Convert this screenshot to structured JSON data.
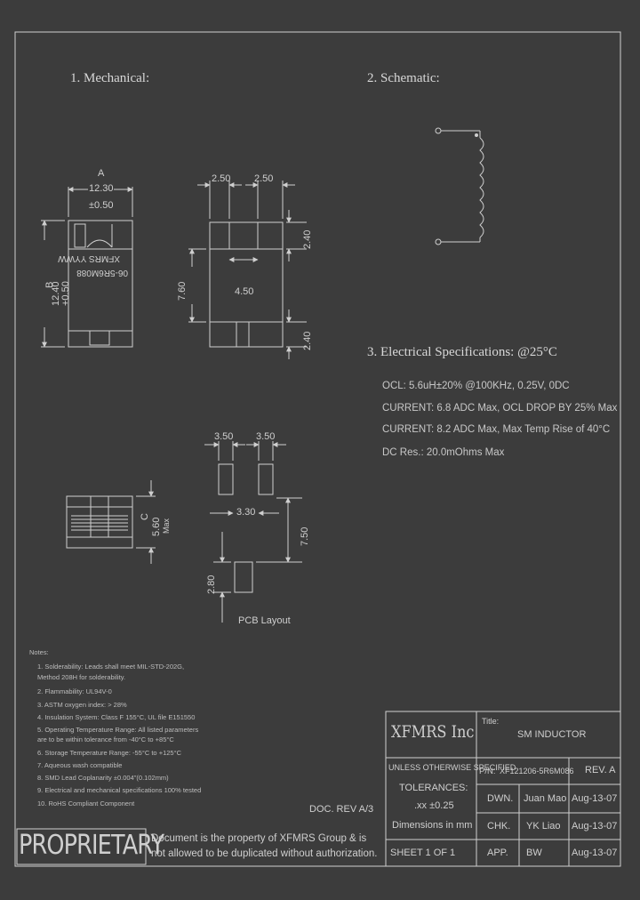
{
  "sections": {
    "mechanical": "1. Mechanical:",
    "schematic": "2. Schematic:",
    "electrical": "3. Electrical Specifications: @25°C"
  },
  "mechanical": {
    "dim_a_label": "A",
    "dim_a_value": "12.30",
    "dim_a_tol": "±0.50",
    "dim_b_label": "B",
    "dim_b_value": "12.40",
    "dim_b_tol": "+0.50",
    "part_marking_line1": "XFMRS YYWW",
    "part_marking_line2": "06-5R6M088",
    "dim_c_label": "C",
    "dim_c_value": "5.60",
    "dim_c_max": "Max",
    "pad_width_1": "2.50",
    "pad_width_2": "2.50",
    "pad_height_top": "2.40",
    "pad_height_bottom": "2.40",
    "inner_gap": "4.50",
    "overall_height": "7.60"
  },
  "pcb_layout": {
    "pad_width_1": "3.50",
    "pad_width_2": "3.50",
    "gap": "3.30",
    "overall": "7.50",
    "pad_height": "2.80",
    "caption": "PCB Layout"
  },
  "electrical_specs": [
    "OCL: 5.6uH±20% @100KHz, 0.25V, 0DC",
    "CURRENT: 6.8 ADC Max, OCL DROP BY 25% Max",
    "CURRENT: 8.2 ADC Max, Max Temp Rise of 40°C",
    "DC Res.: 20.0mOhms Max"
  ],
  "notes": {
    "title": "Notes:",
    "items": [
      "1. Solderability: Leads shall meet MIL-STD-202G,",
      "    Method 208H for solderability.",
      "2. Flammability: UL94V-0",
      "3. ASTM oxygen index: > 28%",
      "4. Insulation System: Class F 155°C, UL file E151550",
      "5. Operating Temperature Range: All listed parameters",
      "    are to be within tolerance from -40°C to +85°C",
      "6. Storage Temperature Range: -55°C to +125°C",
      "7. Aqueous wash compatible",
      "8. SMD Lead Coplanarity ±0.004\"(0.102mm)",
      "9. Electrical and mechanical specifications 100% tested",
      "10. RoHS Compliant Component"
    ]
  },
  "doc_rev": "DOC. REV A/3",
  "proprietary": {
    "stamp": "PROPRIETARY",
    "line1": "Document is the property of XFMRS Group & is",
    "line2": "not allowed to be duplicated without authorization."
  },
  "title_block": {
    "company": "XFMRS Inc",
    "title_label": "Title:",
    "title_value": "SM INDUCTOR",
    "unless": "UNLESS OTHERWISE SPECIFIED",
    "tolerances": "TOLERANCES:",
    "tol_value": ".xx  ±0.25",
    "dimensions": "Dimensions in mm",
    "pn_label": "P/N:",
    "pn_value": "XF121206-5R6M086",
    "rev": "REV. A",
    "dwn_label": "DWN.",
    "dwn_name": "Juan Mao",
    "dwn_date": "Aug-13-07",
    "chk_label": "CHK.",
    "chk_name": "YK Liao",
    "chk_date": "Aug-13-07",
    "app_label": "APP.",
    "app_name": "BW",
    "app_date": "Aug-13-07",
    "sheet": "SHEET 1 OF 1"
  }
}
